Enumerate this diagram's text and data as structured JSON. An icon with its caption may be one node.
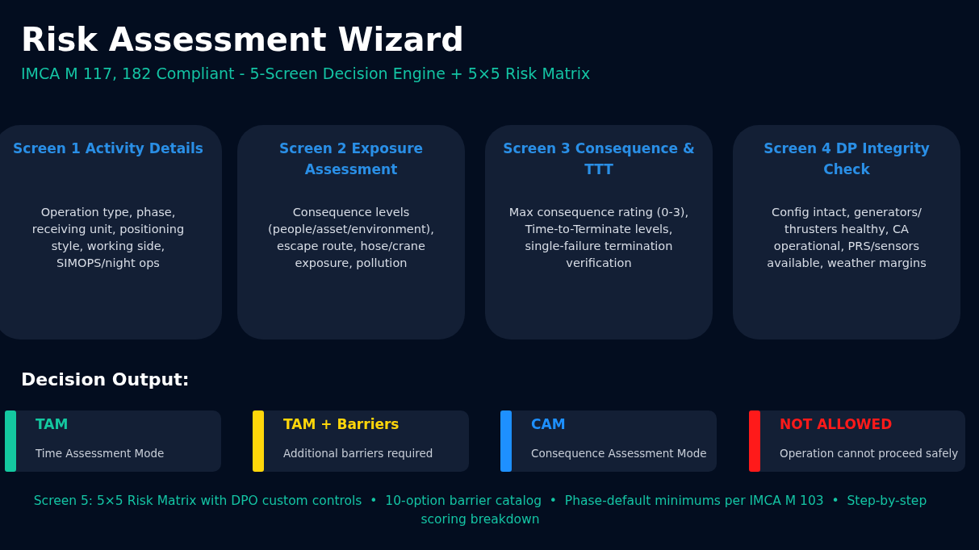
{
  "diagram": {
    "title": "Risk Assessment Wizard",
    "caption": "Screen 5: 5×5 Risk Matrix with DPO custom controls  •  10-option barrier catalog  •  Phase-default minimums per IMCA M 103  •  Step-by-step scoring breakdown",
    "nodes": [
      {
        "text": [
          "Screen 1 Activity Details",
          "Operation type, phase, receiving unit, positioning style, working side, SIMOPS/night ops"
        ]
      },
      {
        "text": [
          "Screen 2 Exposure Assessment",
          "Consequence levels (people/asset/environment), escape route, hose/crane exposure, pollution"
        ]
      },
      {
        "text": [
          "Screen 3 Consequence & TTT",
          "Max consequence rating (0-3), Time-to-Terminate levels, single-failure termination verification"
        ]
      },
      {
        "text": [
          "Screen 4 DP Integrity Check",
          "Config intact, generators/ thrusters healthy, CA operational, PRS/sensors available, weather margins"
        ]
      },
      {
        "text": [
          "TAM",
          "Time Assessment Mode"
        ]
      },
      {
        "text": [
          "TAM + Barriers",
          "Additional barriers required"
        ]
      },
      {
        "text": [
          "CAM",
          "Consequence Assessment Mode"
        ]
      },
      {
        "text": [
          "NOT ALLOWED",
          "Operation cannot proceed safely"
        ]
      }
    ],
    "labels": [
      "IMCA M 117, 182 Compliant - 5-Screen Decision Engine + 5×5 Risk Matrix",
      "Decision Output:"
    ]
  }
}
